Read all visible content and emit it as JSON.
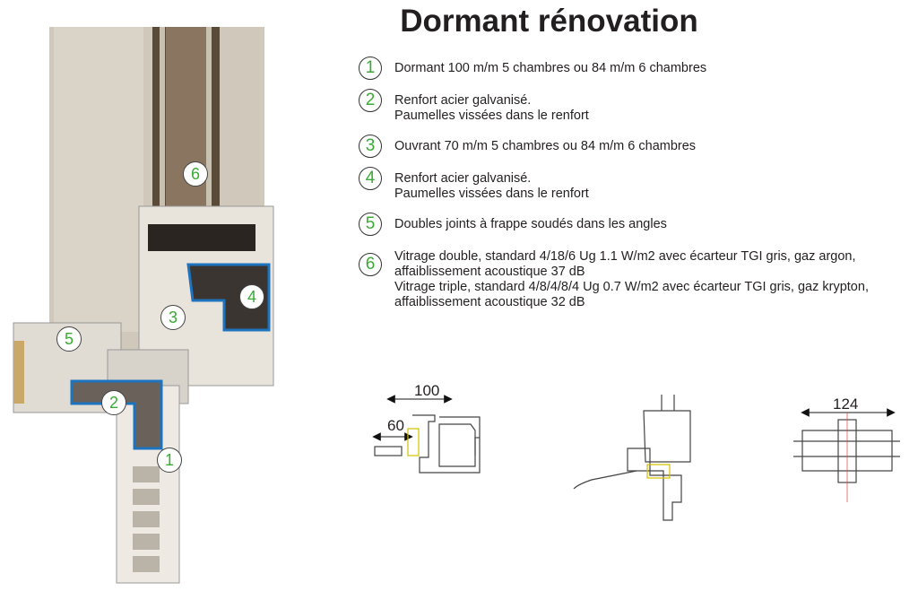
{
  "title": "Dormant rénovation",
  "items": [
    {
      "num": "1",
      "lines": [
        "Dormant 100 m/m 5 chambres ou 84 m/m 6 chambres"
      ]
    },
    {
      "num": "2",
      "lines": [
        "Renfort acier galvanisé.",
        "Paumelles vissées dans le renfort"
      ]
    },
    {
      "num": "3",
      "lines": [
        "Ouvrant 70 m/m 5 chambres ou 84 m/m 6 chambres"
      ]
    },
    {
      "num": "4",
      "lines": [
        "Renfort acier galvanisé.",
        "Paumelles vissées dans le renfort"
      ]
    },
    {
      "num": "5",
      "lines": [
        "Doubles joints à frappe soudés dans les angles"
      ]
    },
    {
      "num": "6",
      "lines": [
        "Vitrage double, standard 4/18/6 Ug 1.1 W/m2 avec écarteur TGI gris, gaz argon,",
        "affaiblissement acoustique 37 dB",
        "Vitrage triple, standard 4/8/4/8/4 Ug 0.7 W/m2 avec écarteur TGI gris, gaz krypton,",
        "affaiblissement acoustique 32 dB"
      ]
    }
  ],
  "dimensions": {
    "d100": "100",
    "d60": "60",
    "d124": "124"
  },
  "colors": {
    "accent_green": "#3aaa35",
    "reinforcement_blue": "#1e73be"
  }
}
